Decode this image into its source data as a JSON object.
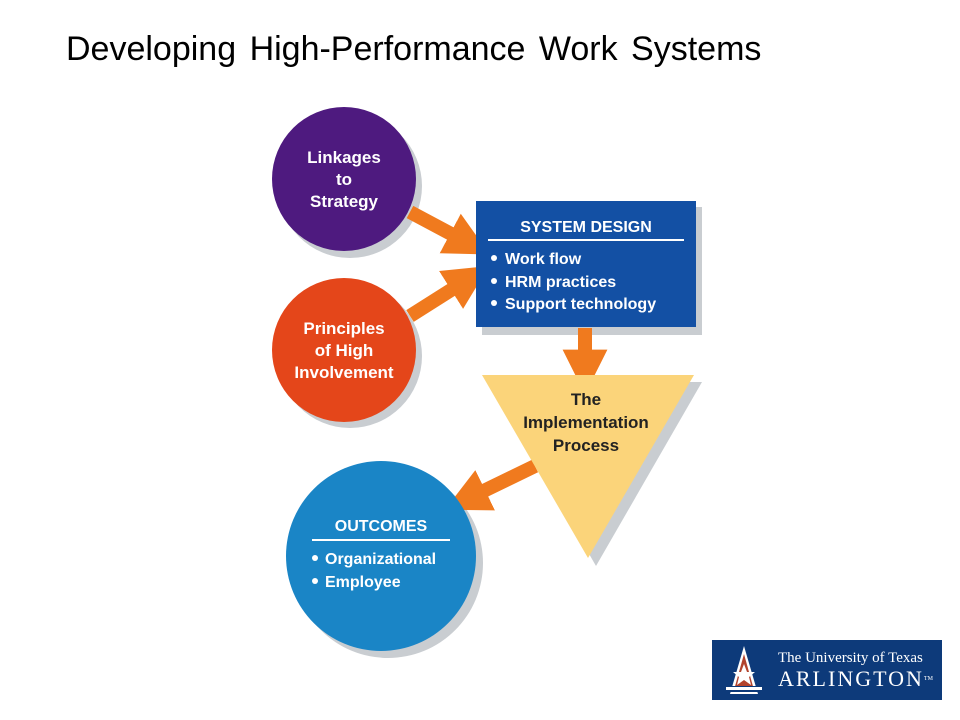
{
  "slide": {
    "title": "Developing High-Performance Work Systems"
  },
  "diagram": {
    "linkages": {
      "lines": [
        "Linkages",
        "to",
        "Strategy"
      ],
      "color": "#4e1a7f"
    },
    "principles": {
      "lines": [
        "Principles",
        "of High",
        "Involvement"
      ],
      "color": "#e4461a"
    },
    "system_design": {
      "heading": "SYSTEM DESIGN",
      "items": [
        "Work flow",
        "HRM practices",
        "Support technology"
      ],
      "color": "#1350a4"
    },
    "implementation": {
      "lines": [
        "The",
        "Implementation",
        "Process"
      ],
      "color": "#fbd47a"
    },
    "outcomes": {
      "heading": "OUTCOMES",
      "items": [
        "Organizational",
        "Employee"
      ],
      "color": "#1a85c6"
    },
    "arrow_color": "#f07a1e",
    "shadow_color": "#c9cdd1"
  },
  "logo": {
    "line1": "The University of Texas",
    "line2": "ARLINGTON",
    "mark": "TM",
    "star_icon": "star-icon"
  }
}
